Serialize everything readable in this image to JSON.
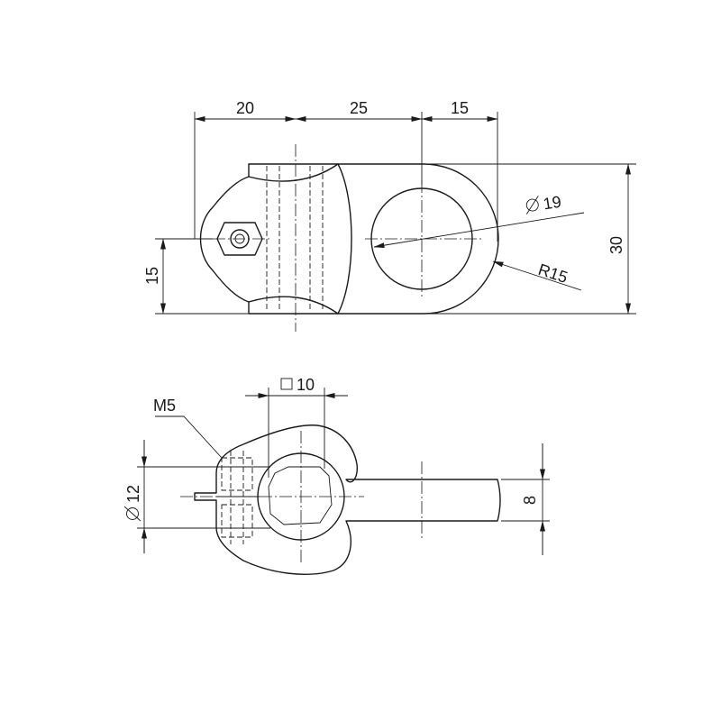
{
  "drawing": {
    "top_view": {
      "dim_left_length": "20",
      "dim_center_length": "25",
      "dim_right_length": "15",
      "dim_bore_diameter": "19",
      "dim_end_radius": "R15",
      "dim_total_height": "30",
      "dim_screw_height": "15"
    },
    "side_view": {
      "dim_square": "10",
      "dim_thread": "M5",
      "dim_clamp_diameter": "12",
      "dim_tab_thickness": "8"
    }
  }
}
